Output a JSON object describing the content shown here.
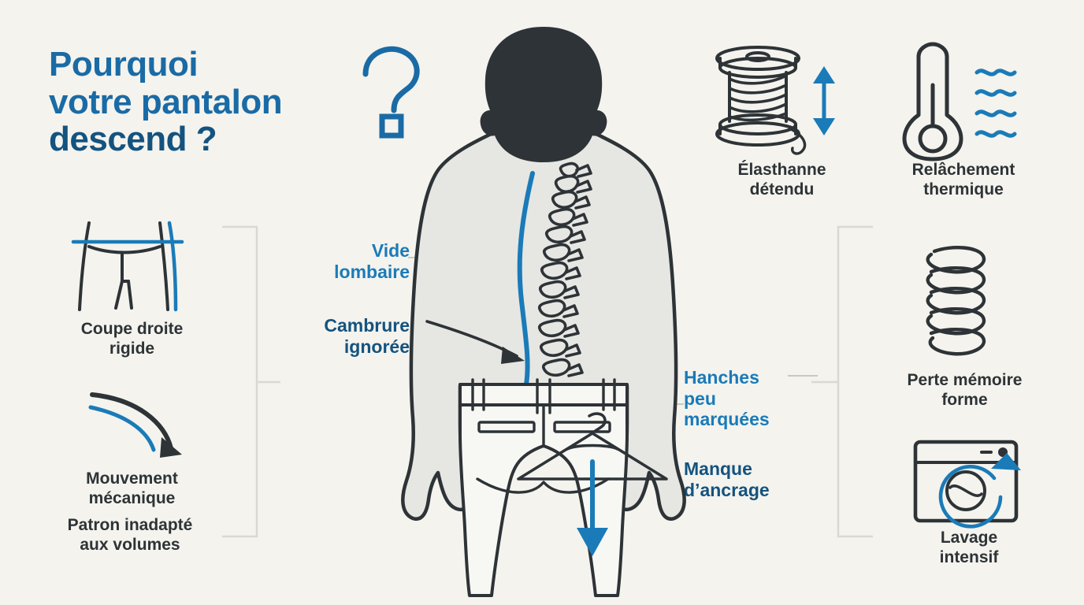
{
  "meta": {
    "background_color": "#f4f3ee",
    "accent_blue": "#1a7bb8",
    "deep_blue": "#14537f",
    "ink": "#2d3336",
    "bracket_gray": "#d9d9d2"
  },
  "title": {
    "line1": "Pourquoi",
    "line2": "votre pantalon",
    "line3": "descend ?",
    "icon": "question-mark-icon"
  },
  "left_column": [
    {
      "id": "coupe-droite-rigide",
      "icon": "trousers-waistband-icon",
      "caption": "Coupe droite\nrigide"
    },
    {
      "id": "mouvement-mecanique",
      "icon": "curved-arrow-icon",
      "caption": "Mouvement\nmécanique"
    },
    {
      "id": "patron-inadapte",
      "icon": "none",
      "caption": "Patron inadapté\naux volumes"
    }
  ],
  "right_column": [
    {
      "id": "elasthanne-detendu",
      "icon": "thread-spool-icon",
      "caption": "Élasthanne\ndétendu"
    },
    {
      "id": "relachement-thermique",
      "icon": "thermometer-icon",
      "caption": "Relâchement\nthermique"
    },
    {
      "id": "perte-memoire-forme",
      "icon": "coil-spring-icon",
      "caption": "Perte mémoire\nforme"
    },
    {
      "id": "lavage-intensif",
      "icon": "washing-machine-icon",
      "caption": "Lavage\nintensif"
    }
  ],
  "callouts": {
    "vide_lombaire": "Vide\nlombaire",
    "cambrure_ignoree": "Cambrure\nignorée",
    "hanches_peu_marquees": "Hanches\npeu\nmarquées",
    "manque_ancrage": "Manque\nd’ancrage"
  },
  "figure": {
    "name": "human-back-figure",
    "parts": [
      "head",
      "torso",
      "arms",
      "spine",
      "lumbar-curve-line",
      "trousers",
      "belt",
      "back-pockets",
      "clothes-hanger-overlay",
      "down-arrow"
    ]
  }
}
